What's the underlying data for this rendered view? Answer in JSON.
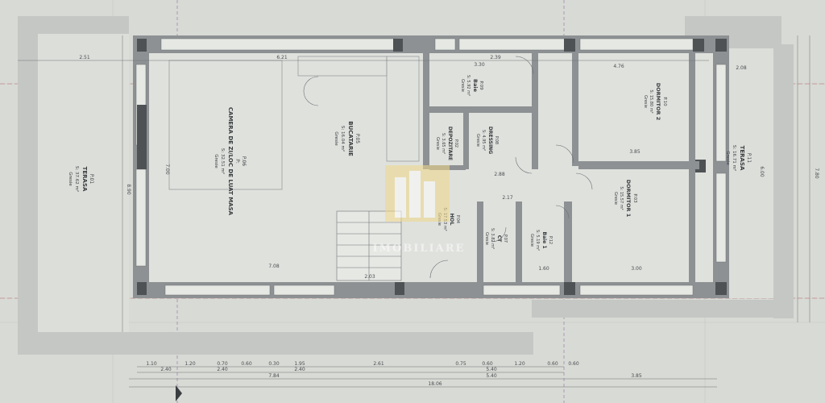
{
  "rooms": {
    "camera": {
      "code": "P.06",
      "name": "CAMERA DE ZI/LOC DE LUAT MASA",
      "area": "S: 32.51 m²",
      "perim": "P:",
      "floor": "Gresie"
    },
    "bucatarie": {
      "code": "P.05",
      "name": "BUCATARIE",
      "area": "S: 16.04 m²",
      "perim": "P:",
      "floor": "Gresie"
    },
    "terasa_left": {
      "code": "P.01",
      "name": "TERASA",
      "area": "S: 37.62 m²",
      "perim": "P:",
      "floor": "Gresie"
    },
    "terasa_right": {
      "code": "P.11",
      "name": "TERASA",
      "area": "S: 16.71 m²",
      "perim": "P:",
      "floor": "Gresie"
    },
    "baie": {
      "code": "P.09",
      "name": "Baie",
      "area": "S: 5.92 m²",
      "perim": "P:",
      "floor": "Gresie"
    },
    "depozitare": {
      "code": "P.02",
      "name": "DEPOZITARE",
      "area": "S: 3.65 m²",
      "perim": "P:",
      "floor": "Gresie"
    },
    "dressing": {
      "code": "P.08",
      "name": "DRESSING",
      "area": "S: 4.95 m²",
      "perim": "P:",
      "floor": "Gresie"
    },
    "dormitor2": {
      "code": "P.10",
      "name": "DORMITOR 2",
      "area": "S: 15.80 m²",
      "perim": "P:",
      "floor": "Gresie"
    },
    "dormitor1": {
      "code": "P.03",
      "name": "DORMITOR 1",
      "area": "S: 15.57 m²",
      "perim": "P:",
      "floor": "Gresie"
    },
    "hol": {
      "code": "P.04",
      "name": "HOL",
      "area": "S: 17.53 m²",
      "perim": "P:",
      "floor": "Gresie"
    },
    "ct": {
      "code": "P.07",
      "name": "CT",
      "area": "S: 3.82 m²",
      "perim": "P:",
      "floor": "Gresie"
    },
    "baie1": {
      "code": "P.12",
      "name": "Baie 1",
      "area": "S: 5.19 m²",
      "perim": "P:",
      "floor": "Gresie"
    }
  },
  "dims": {
    "top_left": "2.51",
    "top_mid": "6.21",
    "top_r1": "2.39",
    "top_r2": "3.30",
    "top_r3": "4.76",
    "top_r4": "2.08",
    "mid_288": "2.88",
    "mid_217": "2.17",
    "mid_385": "3.85",
    "bot_708": "7.08",
    "bot_203": "2.03",
    "bot_300": "3.00",
    "bot_160": "1.60",
    "row1": [
      "1.10",
      "1.20",
      "0.70",
      "0.60",
      "0.30",
      "1.95",
      "2.61",
      "0.75",
      "0.60",
      "1.20",
      "0.60",
      "0.60"
    ],
    "row2": [
      "2.40",
      "2.40",
      "2.40",
      "5.40"
    ],
    "row3_left": "7.84",
    "row3_mid": "5.40",
    "row3_right": "3.85",
    "total": "18.06",
    "left_890": "8.90",
    "left_700": "7.00",
    "right_780": "7.80",
    "right_600": "6.00"
  },
  "watermark": "IMOBILIARE"
}
